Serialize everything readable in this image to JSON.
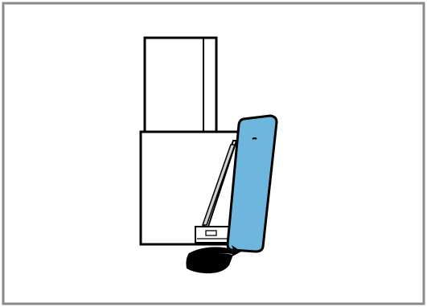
{
  "illustration": {
    "icons": {
      "frame": "border-frame",
      "device_upper": "device-upper-body",
      "device_lower": "device-lower-body",
      "cover": "open-side-cover",
      "arrow": "curved-arrow-icon"
    },
    "colors": {
      "border": "#8a8a8a",
      "outline": "#000000",
      "background": "#ffffff",
      "cover": "#6fb6df",
      "inner_panel": "#cfcfcf"
    }
  }
}
